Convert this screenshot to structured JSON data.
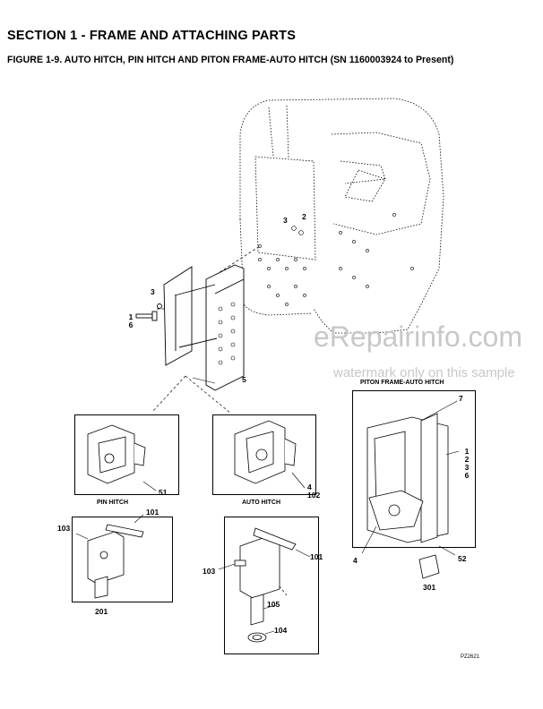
{
  "header": {
    "section_title": "SECTION 1 - FRAME AND ATTACHING PARTS",
    "figure_title": "FIGURE 1-9. AUTO HITCH, PIN HITCH AND PITON FRAME-AUTO HITCH (SN 1160003924 to Present)"
  },
  "watermark": {
    "line1": "eRepairinfo.com",
    "line2": "watermark only on this sample"
  },
  "captions": {
    "pin_hitch": "PIN HITCH",
    "auto_hitch": "AUTO HITCH",
    "piton_frame": "PITON FRAME-AUTO HITCH"
  },
  "callouts": {
    "main_3_upper": "3",
    "main_2": "2",
    "main_3_left": "3",
    "main_1": "1",
    "main_6": "6",
    "main_5": "5",
    "pin_51": "51",
    "auto_4": "4",
    "auto_102": "102",
    "piton_7": "7",
    "piton_1": "1",
    "piton_2": "2",
    "piton_3": "3",
    "piton_6": "6",
    "piton_4": "4",
    "piton_52": "52",
    "piton_301": "301",
    "pin_101": "101",
    "pin_103": "103",
    "pin_201": "201",
    "auto_101": "101",
    "auto_103": "103",
    "auto_105": "105",
    "auto_104": "104"
  },
  "drawing_id": "PZ2621"
}
